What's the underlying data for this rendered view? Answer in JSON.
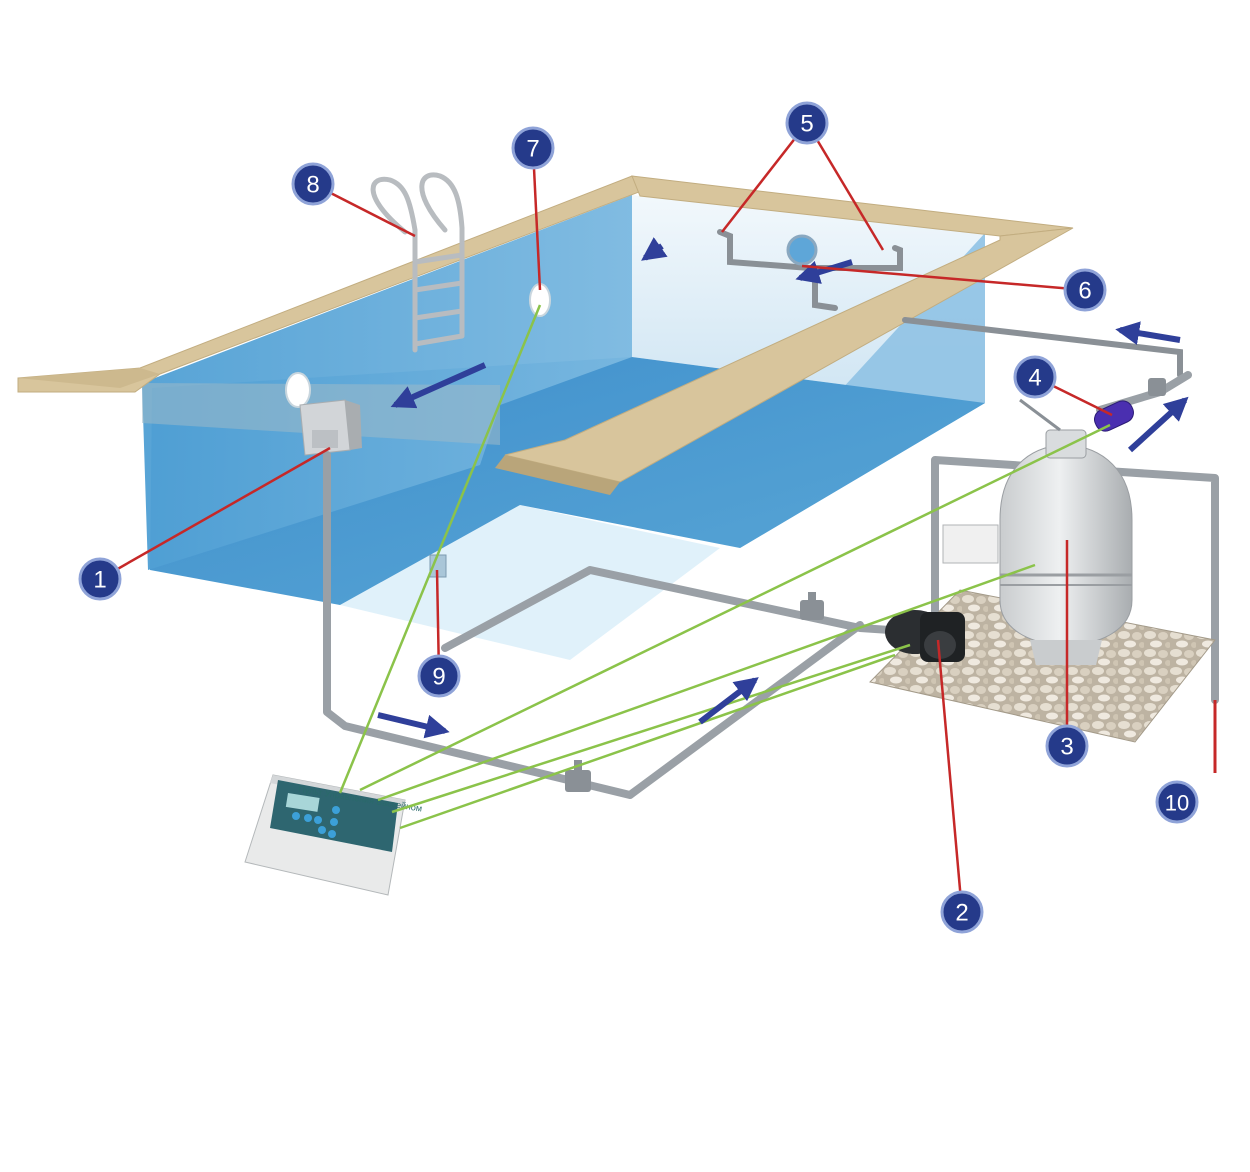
{
  "colors": {
    "callout_fill": "#253a8a",
    "callout_stroke": "#8fa3d8",
    "leader_red": "#c62828",
    "signal_green": "#8bc34a",
    "water": "#5aa7d6",
    "deck": "#d8c59c",
    "pipe": "#9aa0a6",
    "flow_arrow": "#2f3f9a"
  },
  "callouts": [
    {
      "id": "callout-1",
      "label": "1",
      "component": "skimmer"
    },
    {
      "id": "callout-2",
      "label": "2",
      "component": "pump"
    },
    {
      "id": "callout-3",
      "label": "3",
      "component": "sand-filter"
    },
    {
      "id": "callout-4",
      "label": "4",
      "component": "heater"
    },
    {
      "id": "callout-5",
      "label": "5",
      "component": "return-inlets"
    },
    {
      "id": "callout-6",
      "label": "6",
      "component": "counter-current"
    },
    {
      "id": "callout-7",
      "label": "7",
      "component": "underwater-light"
    },
    {
      "id": "callout-8",
      "label": "8",
      "component": "ladder"
    },
    {
      "id": "callout-9",
      "label": "9",
      "component": "main-drain"
    },
    {
      "id": "callout-10",
      "label": "10",
      "component": "drain-pipe"
    }
  ],
  "control_panel": {
    "title": "Пульт Управления Бассейном"
  },
  "icons": [
    "flow-arrow-icon",
    "valve-icon",
    "ladder-icon",
    "lamp-icon"
  ]
}
